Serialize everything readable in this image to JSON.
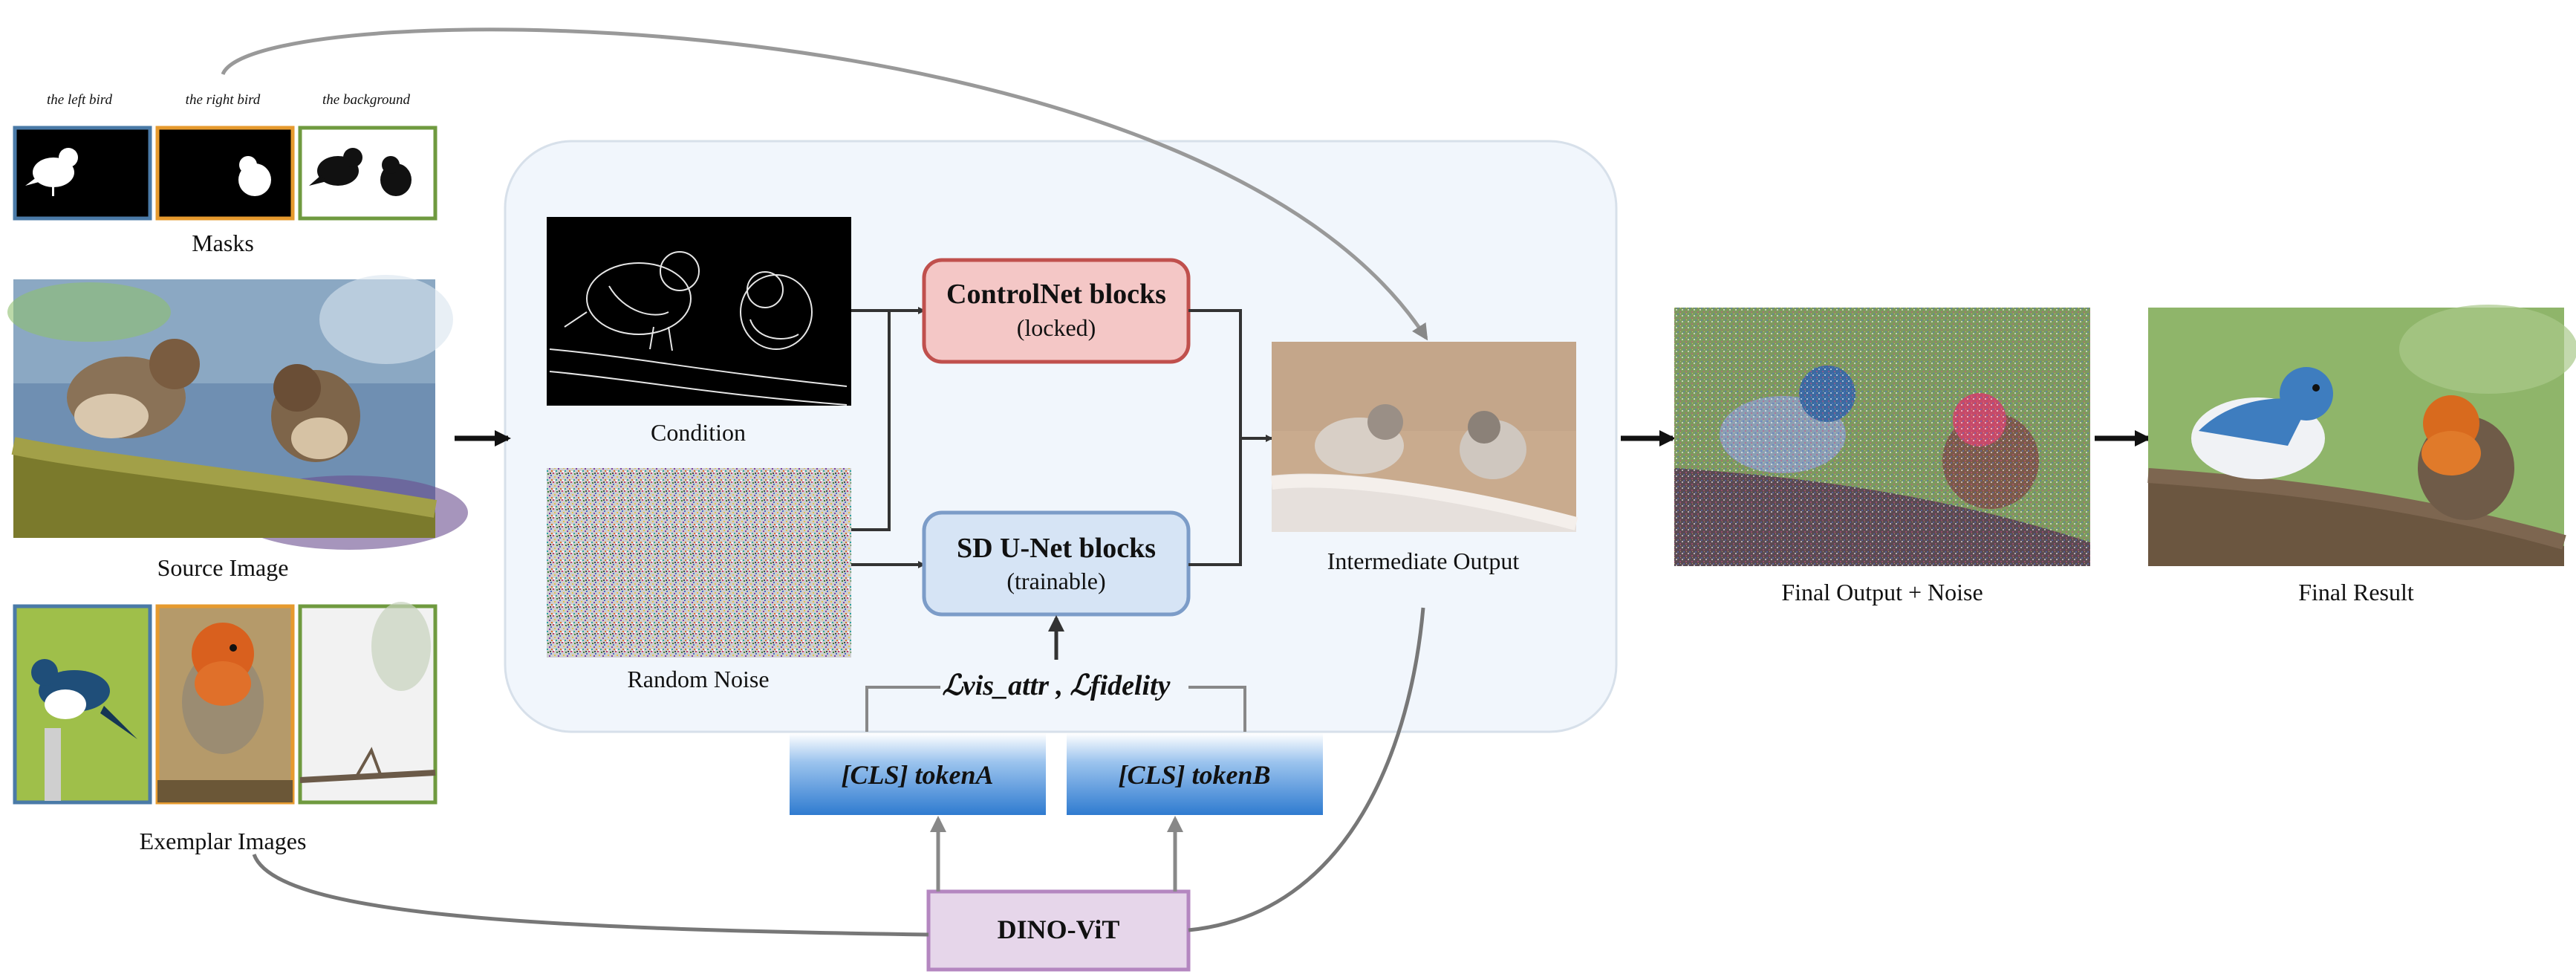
{
  "masks": {
    "captions": [
      "the left bird",
      "the right bird",
      "the background"
    ],
    "label": "Masks"
  },
  "source_image": {
    "label": "Source Image"
  },
  "exemplars": {
    "label": "Exemplar Images"
  },
  "condition": {
    "label": "Condition"
  },
  "random_noise": {
    "label": "Random Noise"
  },
  "controlnet": {
    "title": "ControlNet blocks",
    "subtitle": "(locked)"
  },
  "unet": {
    "title": "SD U-Net blocks",
    "subtitle": "(trainable)"
  },
  "intermediate": {
    "label": "Intermediate Output"
  },
  "loss": {
    "a": "ℒvis_attr",
    "sep": " , ",
    "b": "ℒfidelity"
  },
  "tokens": {
    "a": "[CLS] tokenA",
    "b": "[CLS] tokenB"
  },
  "dino": {
    "label": "DINO-ViT"
  },
  "final_noise": {
    "label": "Final Output + Noise"
  },
  "final_result": {
    "label": "Final Result"
  },
  "colors": {
    "mask_borders": [
      "#4a7aa7",
      "#e69a2e",
      "#6f9a3f"
    ],
    "panel_bg": "#f1f6fc",
    "controlnet_fill": "#f4c7c6",
    "controlnet_border": "#c0504d",
    "unet_fill": "#d6e4f5",
    "unet_border": "#7c9cc8",
    "token_blue": "#2f7bd0",
    "dino_fill": "#e6d6ea",
    "dino_border": "#b487c0"
  }
}
